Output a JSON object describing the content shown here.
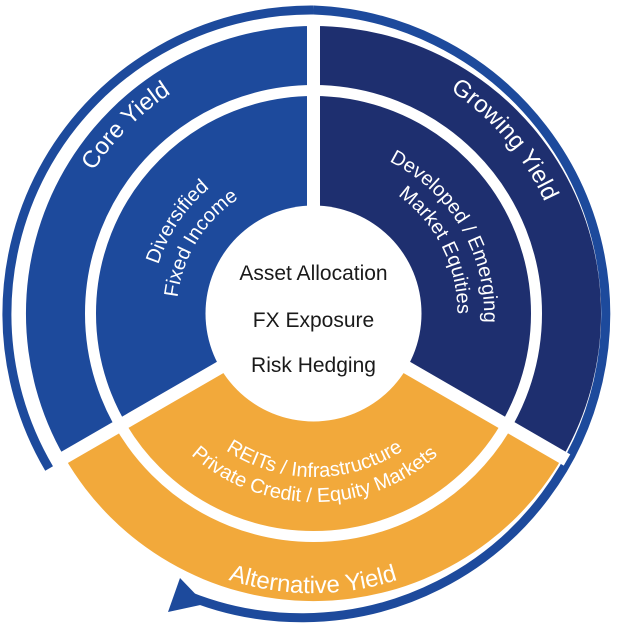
{
  "center": {
    "lines": [
      "Asset Allocation",
      "FX Exposure",
      "Risk Hedging"
    ]
  },
  "segments": {
    "core": {
      "ring_label": "Core Yield",
      "inner_lines": [
        "Diversified",
        "Fixed Income"
      ],
      "color": "#1d4a9c"
    },
    "growing": {
      "ring_label": "Growing Yield",
      "inner_lines": [
        "Developed / Emerging",
        "Market Equities"
      ],
      "color": "#1e2f6f"
    },
    "alternative": {
      "ring_label": "Alternative Yield",
      "inner_lines": [
        "REITs / Infrastructure",
        "Private Credit / Equity Markets"
      ],
      "color": "#f2a93b"
    }
  },
  "colors": {
    "outer_arrow": "#1d4a9c",
    "divider": "#ffffff",
    "center_fill": "#ffffff",
    "center_text": "#1a1a1a"
  }
}
